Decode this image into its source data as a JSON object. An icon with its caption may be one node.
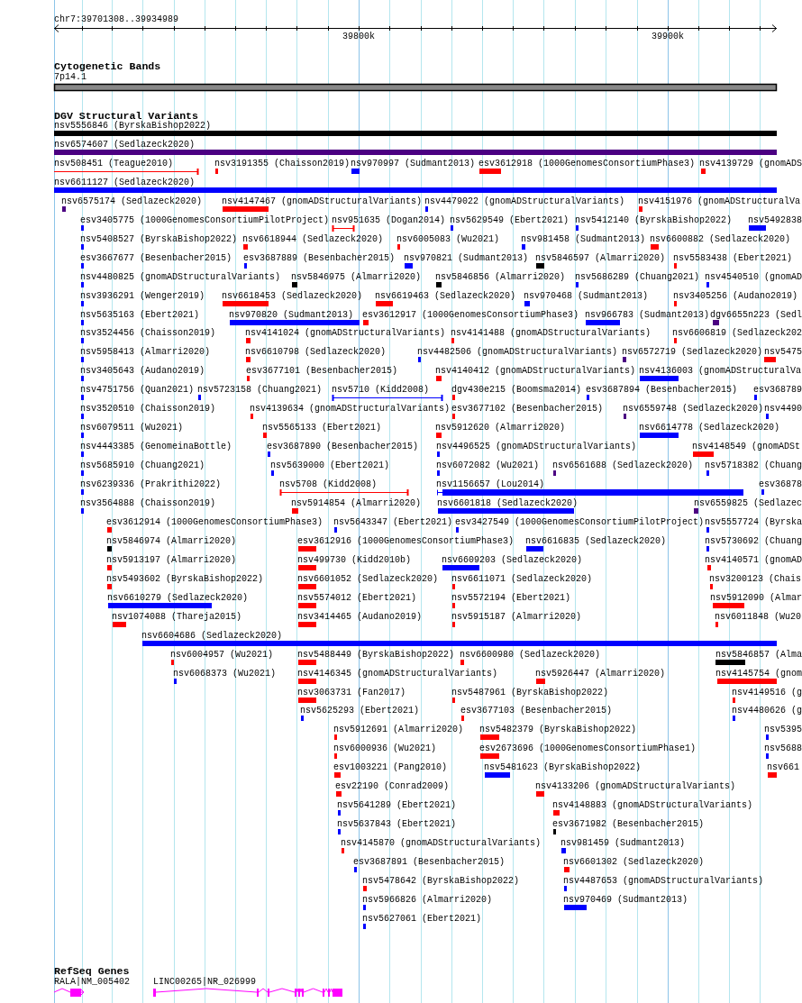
{
  "diagram": {
    "labels": [
      "chr7:39701308..39934989",
      "39800k",
      "39900k",
      "Cytogenetic Bands",
      "7p14.1",
      "DGV Structural Variants",
      "nsv5556846 (ByrskaBishop2022)",
      "nsv6574607 (Sedlazeck2020)",
      "nsv508451 (Teague2010)",
      "nsv3191355 (Chaisson2019)",
      "nsv970997 (Sudmant2013)",
      "esv3612918 (1000GenomesConsortiumPhase3)",
      "nsv4139729 (gnomADS",
      "nsv6611127 (Sedlazeck2020)",
      "nsv6575174 (Sedlazeck2020)",
      "nsv4147467 (gnomADStructuralVariants)",
      "nsv4479022 (gnomADStructuralVariants)",
      "nsv4151976 (gnomADStructuralVa",
      "esv3405775 (1000GenomesConsortiumPilotProject)",
      "nsv951635 (Dogan2014)",
      "nsv5629549 (Ebert2021)",
      "nsv5412140 (ByrskaBishop2022)",
      "nsv5492838",
      "nsv5408527 (ByrskaBishop2022)",
      "nsv6618944 (Sedlazeck2020)",
      "nsv6005083 (Wu2021)",
      "nsv981458 (Sudmant2013)",
      "nsv6600882 (Sedlazeck2020)",
      "esv3667677 (Besenbacher2015)",
      "esv3687889 (Besenbacher2015)",
      "nsv970821 (Sudmant2013)",
      "nsv5846597 (Almarri2020)",
      "nsv5583438 (Ebert2021)",
      "nsv4480825 (gnomADStructuralVariants)",
      "nsv5846975 (Almarri2020)",
      "nsv5846856 (Almarri2020)",
      "nsv5686289 (Chuang2021)",
      "nsv4540510 (gnomAD",
      "nsv3936291 (Wenger2019)",
      "nsv6618453 (Sedlazeck2020)",
      "nsv6619463 (Sedlazeck2020)",
      "nsv970468 (Sudmant2013)",
      "nsv3405256 (Audano2019)",
      "nsv5635163 (Ebert2021)",
      "nsv970820 (Sudmant2013)",
      "esv3612917 (1000GenomesConsortiumPhase3)",
      "nsv966783 (Sudmant2013)",
      "dgv6655n223 (Sedl",
      "nsv3524456 (Chaisson2019)",
      "nsv4141024 (gnomADStructuralVariants)",
      "nsv4141488 (gnomADStructuralVariants)",
      "nsv6606819 (Sedlazeck202",
      "nsv5958413 (Almarri2020)",
      "nsv6610798 (Sedlazeck2020)",
      "nsv4482506 (gnomADStructuralVariants)",
      "nsv6572719 (Sedlazeck2020)",
      "nsv5475",
      "nsv3405643 (Audano2019)",
      "esv3677101 (Besenbacher2015)",
      "nsv4140412 (gnomADStructuralVariants)",
      "nsv4136003 (gnomADStructuralVa",
      "nsv4751756 (Quan2021)",
      "nsv5723158 (Chuang2021)",
      "nsv5710 (Kidd2008)",
      "dgv430e215 (Boomsma2014)",
      "esv3687894 (Besenbacher2015)",
      "esv368789",
      "nsv3520510 (Chaisson2019)",
      "nsv4139634 (gnomADStructuralVariants)",
      "esv3677102 (Besenbacher2015)",
      "nsv6559748 (Sedlazeck2020)",
      "nsv4490",
      "nsv6079511 (Wu2021)",
      "nsv5565133 (Ebert2021)",
      "nsv5912620 (Almarri2020)",
      "nsv6614778 (Sedlazeck2020)",
      "nsv4443385 (GenomeinaBottle)",
      "esv3687890 (Besenbacher2015)",
      "nsv4496525 (gnomADStructuralVariants)",
      "nsv4148549 (gnomADSt",
      "nsv5685910 (Chuang2021)",
      "nsv5639000 (Ebert2021)",
      "nsv6072082 (Wu2021)",
      "nsv6561688 (Sedlazeck2020)",
      "nsv5718382 (Chuang",
      "nsv6239336 (Prakrithi2022)",
      "nsv5708 (Kidd2008)",
      "nsv1156657 (Lou2014)",
      "esv36878",
      "nsv3564888 (Chaisson2019)",
      "nsv5914854 (Almarri2020)",
      "nsv6601818 (Sedlazeck2020)",
      "nsv6559825 (Sedlazec",
      "esv3612914 (1000GenomesConsortiumPhase3)",
      "nsv5643347 (Ebert2021)",
      "esv3427549 (1000GenomesConsortiumPilotProject)",
      "nsv5557724 (Byrska",
      "nsv5846974 (Almarri2020)",
      "esv3612916 (1000GenomesConsortiumPhase3)",
      "nsv6616835 (Sedlazeck2020)",
      "nsv5730692 (Chuang",
      "nsv5913197 (Almarri2020)",
      "nsv499730 (Kidd2010b)",
      "nsv6609203 (Sedlazeck2020)",
      "nsv4140571 (gnomAD",
      "nsv5493602 (ByrskaBishop2022)",
      "nsv6601052 (Sedlazeck2020)",
      "nsv6611071 (Sedlazeck2020)",
      "nsv3200123 (Chais",
      "nsv6610279 (Sedlazeck2020)",
      "nsv5574012 (Ebert2021)",
      "nsv5572194 (Ebert2021)",
      "nsv5912090 (Almar",
      "nsv1074088 (Thareja2015)",
      "nsv3414465 (Audano2019)",
      "nsv5915187 (Almarri2020)",
      "nsv6011848 (Wu20",
      "nsv6604686 (Sedlazeck2020)",
      "nsv6004957 (Wu2021)",
      "nsv5488449 (ByrskaBishop2022)",
      "nsv6600980 (Sedlazeck2020)",
      "nsv5846857 (Alma",
      "nsv6068373 (Wu2021)",
      "nsv4146345 (gnomADStructuralVariants)",
      "nsv5926447 (Almarri2020)",
      "nsv4145754 (gnom",
      "nsv3063731 (Fan2017)",
      "nsv5487961 (ByrskaBishop2022)",
      "nsv4149516 (g",
      "nsv5625293 (Ebert2021)",
      "esv3677103 (Besenbacher2015)",
      "nsv4480626 (g",
      "nsv5912691 (Almarri2020)",
      "nsv5482379 (ByrskaBishop2022)",
      "nsv5395",
      "nsv6000936 (Wu2021)",
      "esv2673696 (1000GenomesConsortiumPhase1)",
      "nsv5688",
      "esv1003221 (Pang2010)",
      "nsv5481623 (ByrskaBishop2022)",
      "nsv661",
      "esv22190 (Conrad2009)",
      "nsv4133206 (gnomADStructuralVariants)",
      "nsv5641289 (Ebert2021)",
      "nsv4148883 (gnomADStructuralVariants)",
      "nsv5637843 (Ebert2021)",
      "esv3671982 (Besenbacher2015)",
      "nsv4145870 (gnomADStructuralVariants)",
      "nsv981459 (Sudmant2013)",
      "esv3687891 (Besenbacher2015)",
      "nsv6601302 (Sedlazeck2020)",
      "nsv5478642 (ByrskaBishop2022)",
      "nsv4487653 (gnomADStructuralVariants)",
      "nsv5966826 (Almarri2020)",
      "nsv970469 (Sudmant2013)",
      "nsv5627061 (Ebert2021)",
      "RefSeq Genes",
      "RALA|NM_005402",
      "LINC00265|NR_026999"
    ]
  }
}
